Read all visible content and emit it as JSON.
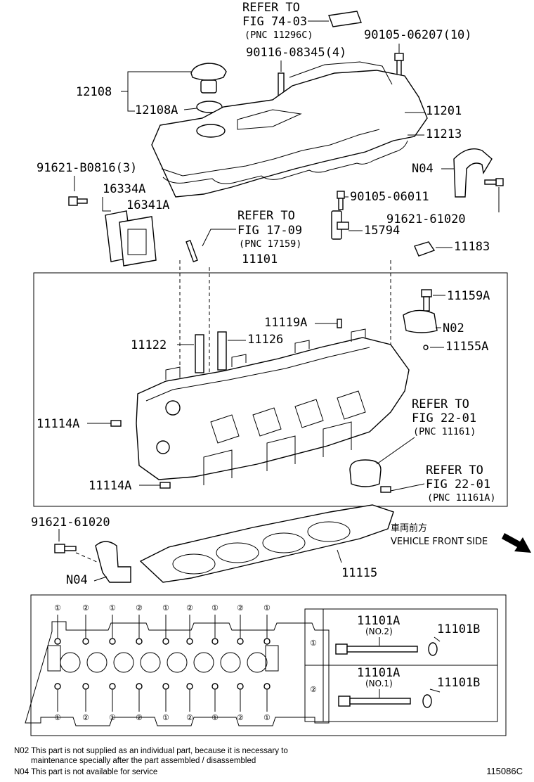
{
  "labels": {
    "ref_74_03_a": "REFER TO",
    "ref_74_03_b": "FIG 74-03",
    "ref_74_03_c": "(PNC 11296C)",
    "p90105_06207": "90105-06207(10)",
    "p90116_08345": "90116-08345(4)",
    "p12108": "12108",
    "p12108A": "12108A",
    "p11201": "11201",
    "p11213": "11213",
    "p91621_B0816": "91621-B0816(3)",
    "p16334A": "16334A",
    "p16341A": "16341A",
    "pN04_top": "N04",
    "p90105_06011": "90105-06011",
    "p91621_61020_top": "91621-61020",
    "ref_17_09_a": "REFER TO",
    "ref_17_09_b": "FIG 17-09",
    "ref_17_09_c": "(PNC 17159)",
    "p15794": "15794",
    "p11183": "11183",
    "p11101": "11101",
    "p11159A": "11159A",
    "p11119A": "11119A",
    "pN02": "N02",
    "p11122": "11122",
    "p11126": "11126",
    "p11155A": "11155A",
    "ref_22_01_a": "REFER TO",
    "ref_22_01_b": "FIG 22-01",
    "ref_22_01_c": "(PNC 11161)",
    "p11114A_1": "11114A",
    "p11114A_2": "11114A",
    "ref_22_01b_a": "REFER TO",
    "ref_22_01b_b": "FIG 22-01",
    "ref_22_01b_c": "(PNC 11161A)",
    "p91621_61020_bot": "91621-61020",
    "vehicle_front_jp": "車両前方",
    "vehicle_front_en": "VEHICLE FRONT SIDE",
    "pN04_bot": "N04",
    "p11115": "11115"
  },
  "bolt_table": {
    "row1_mark": "①",
    "row1_part": "11101A",
    "row1_sub": "(NO.2)",
    "row1_washer": "11101B",
    "row2_mark": "②",
    "row2_part": "11101A",
    "row2_sub": "(NO.1)",
    "row2_washer": "11101B"
  },
  "bolt_pattern": {
    "top_row": [
      "①",
      "②",
      "①",
      "②",
      "①",
      "②",
      "①",
      "②",
      "①"
    ],
    "bottom_row": [
      "①",
      "②",
      "①",
      "②",
      "①",
      "②",
      "①",
      "②",
      "①"
    ]
  },
  "notes": {
    "n02_line1": "N02 This part is not supplied as an individual part, because it is necessary to",
    "n02_line2": "maintenance specially after the part assembled / disassembled",
    "n04": "N04 This part is not available for service"
  },
  "figure_code": "115086C"
}
